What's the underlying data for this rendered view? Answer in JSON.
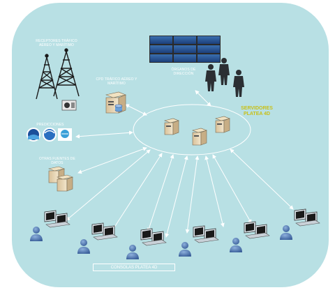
{
  "labels": {
    "receptores": "RECEPTORES TRÁFICO AÉREO Y MARÍTIMO",
    "cpd": "CPD TRÁFICO AÉREO Y MARÍTIMO",
    "organos": "ÓRGANOS DE DIRECCIÓN",
    "servidores": "SERVIDORES PLATEA 4D",
    "predicciones": "PREDICCIONES",
    "otras_fuentes": "OTRAS FUENTES DE DATOS",
    "consolas": "CONSOLAS PLATEA 4D"
  },
  "colors": {
    "background": "#b8e0e4",
    "line": "#ffffff",
    "accent_yellow": "#c8c018"
  }
}
